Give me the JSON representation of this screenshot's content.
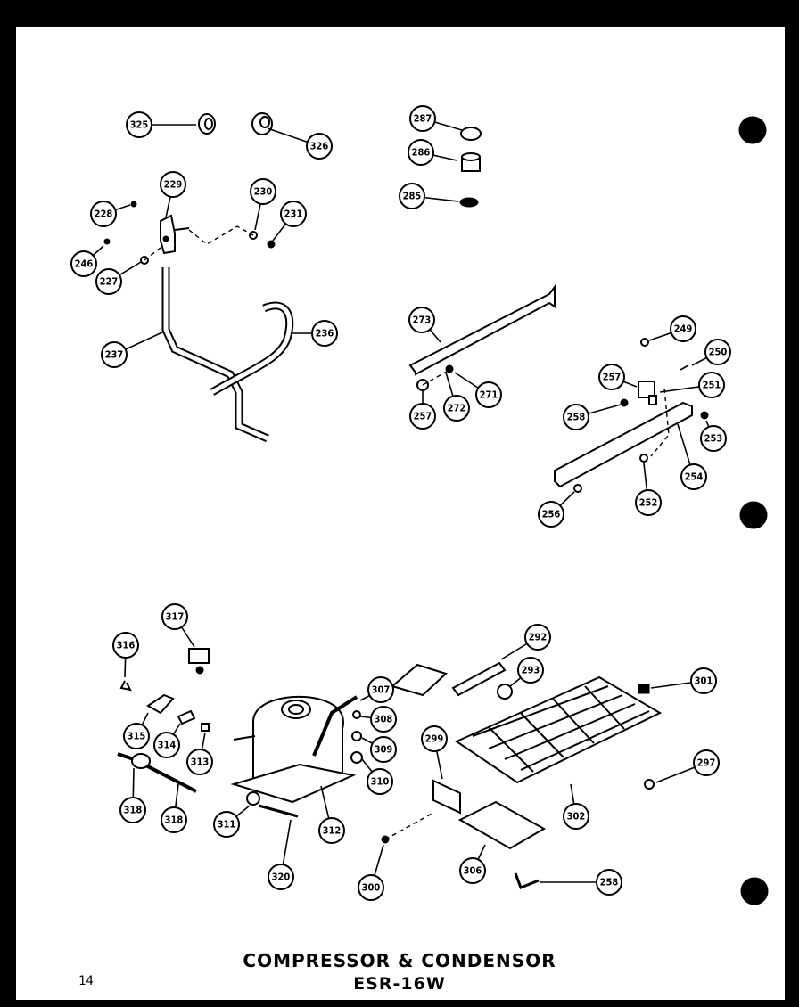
{
  "title": "COMPRESSOR & CONDENSOR",
  "model": "ESR-16W",
  "page_number": "14",
  "callouts": [
    "325",
    "326",
    "287",
    "286",
    "285",
    "229",
    "228",
    "230",
    "231",
    "246",
    "227",
    "236",
    "237",
    "273",
    "257",
    "272",
    "271",
    "249",
    "250",
    "257",
    "251",
    "258",
    "253",
    "254",
    "252",
    "256",
    "317",
    "316",
    "292",
    "293",
    "301",
    "307",
    "308",
    "309",
    "310",
    "315",
    "314",
    "313",
    "299",
    "297",
    "318",
    "318",
    "311",
    "312",
    "320",
    "302",
    "300",
    "306",
    "258"
  ]
}
